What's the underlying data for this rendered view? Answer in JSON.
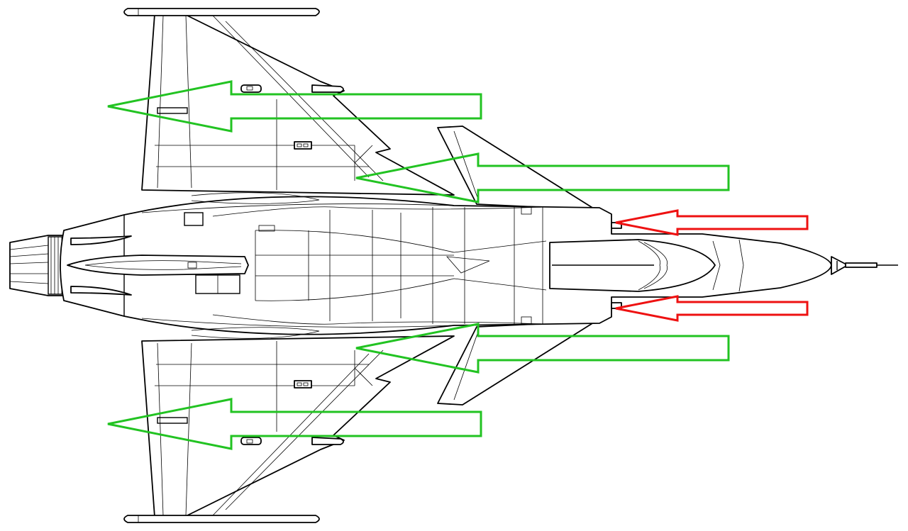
{
  "diagram": {
    "subject": "delta-canard-jet-top-view",
    "colors": {
      "outline": "#000000",
      "background": "#ffffff",
      "airflow_green": "#22c322",
      "airflow_red": "#ee1111"
    },
    "arrows": [
      {
        "id": "wing-upper-outer",
        "color": "green",
        "direction": "left"
      },
      {
        "id": "canard-upper",
        "color": "green",
        "direction": "left"
      },
      {
        "id": "intake-upper",
        "color": "red",
        "direction": "left"
      },
      {
        "id": "intake-lower",
        "color": "red",
        "direction": "left"
      },
      {
        "id": "canard-lower",
        "color": "green",
        "direction": "left"
      },
      {
        "id": "wing-lower-outer",
        "color": "green",
        "direction": "left"
      }
    ]
  }
}
